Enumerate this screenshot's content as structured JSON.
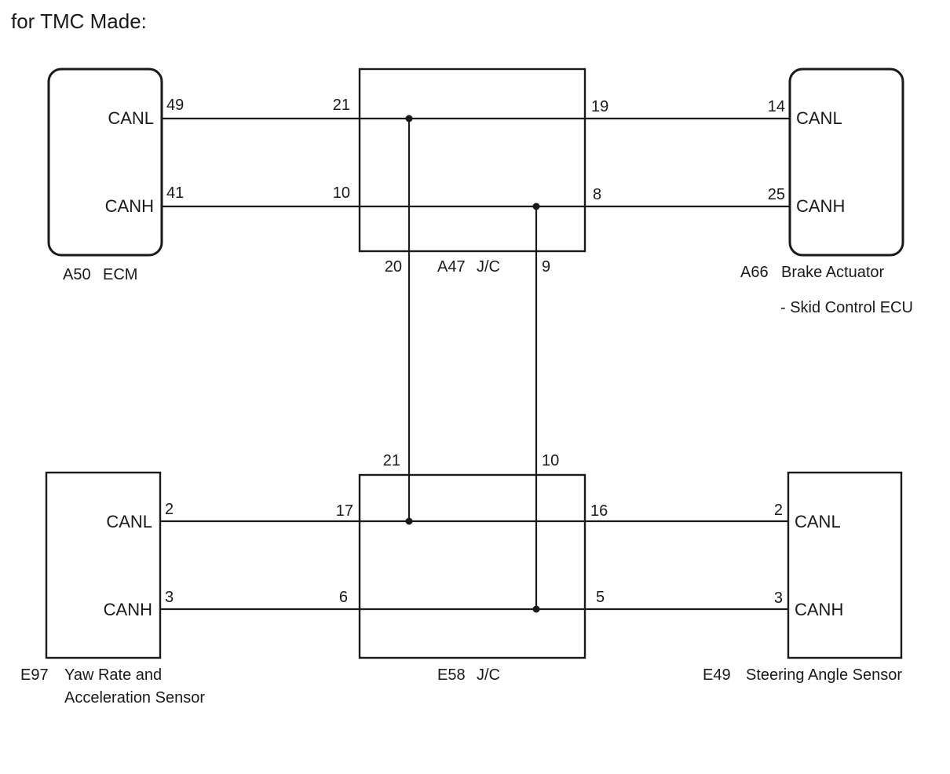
{
  "header": {
    "title": "for TMC Made:"
  },
  "components": {
    "ecm": {
      "connector": "A50",
      "name": "ECM",
      "canl": "CANL",
      "canh": "CANH",
      "pin_canl": "49",
      "pin_canh": "41"
    },
    "a47": {
      "connector": "A47",
      "name": "J/C",
      "pin_l_left": "21",
      "pin_h_left": "10",
      "pin_l_right": "19",
      "pin_h_right": "8",
      "pin_l_bottom": "20",
      "pin_h_bottom": "9"
    },
    "brake": {
      "connector": "A66",
      "name": "Brake Actuator",
      "name2": "- Skid Control ECU",
      "canl": "CANL",
      "canh": "CANH",
      "pin_canl": "14",
      "pin_canh": "25"
    },
    "yaw": {
      "connector": "E97",
      "name": "Yaw Rate and",
      "name2": "Acceleration Sensor",
      "canl": "CANL",
      "canh": "CANH",
      "pin_canl": "2",
      "pin_canh": "3"
    },
    "e58": {
      "connector": "E58",
      "name": "J/C",
      "pin_l_top": "21",
      "pin_h_top": "10",
      "pin_l_left": "17",
      "pin_h_left": "6",
      "pin_l_right": "16",
      "pin_h_right": "5"
    },
    "steer": {
      "connector": "E49",
      "name": "Steering Angle Sensor",
      "canl": "CANL",
      "canh": "CANH",
      "pin_canl": "2",
      "pin_canh": "3"
    }
  }
}
